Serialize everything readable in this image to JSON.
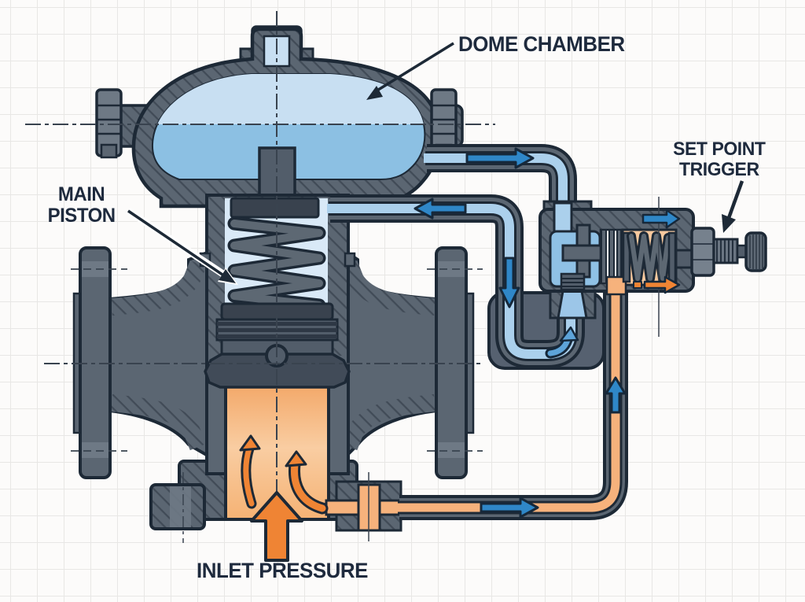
{
  "diagram": {
    "type": "technical-cross-section",
    "subject": "Dome-loaded pressure regulator valve",
    "labels": {
      "dome_chamber": "DOME CHAMBER",
      "main_piston_line1": "MAIN",
      "main_piston_line2": "PISTON",
      "set_point_line1": "SET POINT",
      "set_point_line2": "TRIGGER",
      "inlet_pressure": "INLET PRESSURE"
    },
    "colors": {
      "label_text": "#1e2a3d",
      "body_slate": "#5b6672",
      "outline_navy": "#1d2936",
      "dome_blue_light": "#c8dff2",
      "dome_blue_dark": "#8cc0e3",
      "piston_chamber_blue": "#d9e9f7",
      "pipe_blue": "#abd0ec",
      "arrow_blue": "#2f87c8",
      "inlet_orange": "#f2a666",
      "arrow_orange": "#ef8434",
      "grid_line": "#e8e7e5",
      "background": "#fcfbfa"
    },
    "arrows": [
      {
        "name": "dome-supply-arrow",
        "direction": "right",
        "color": "blue"
      },
      {
        "name": "piston-feed-arrow",
        "direction": "left",
        "color": "blue"
      },
      {
        "name": "pilot-down-arrow",
        "direction": "down",
        "color": "blue"
      },
      {
        "name": "pilot-port-arrow",
        "direction": "up",
        "color": "blue"
      },
      {
        "name": "sense-line-arrow",
        "direction": "right",
        "color": "blue"
      },
      {
        "name": "sense-riser-arrow",
        "direction": "up",
        "color": "blue"
      },
      {
        "name": "pilot-top-arrow",
        "direction": "right",
        "color": "blue"
      },
      {
        "name": "pilot-bottom-arrow",
        "direction": "right",
        "color": "orange"
      },
      {
        "name": "inlet-main-arrow",
        "direction": "up",
        "color": "orange"
      },
      {
        "name": "inlet-swirl-left",
        "direction": "up",
        "color": "orange"
      },
      {
        "name": "inlet-swirl-right",
        "direction": "up",
        "color": "orange"
      }
    ]
  }
}
